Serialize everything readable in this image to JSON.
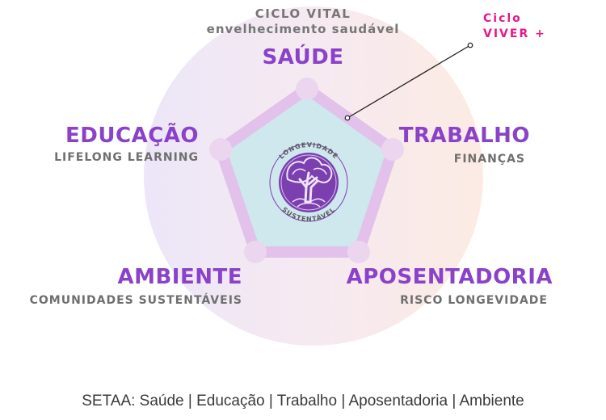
{
  "header": {
    "title": "CICLO VITAL",
    "subtitle": "envelhecimento saudável"
  },
  "brand": {
    "line1": "Ciclo",
    "line2": "VIVER +"
  },
  "nodes": {
    "saude": {
      "title": "SAÚDE"
    },
    "educacao": {
      "title": "EDUCAÇÃO",
      "subtitle": "LIFELONG LEARNING"
    },
    "trabalho": {
      "title": "TRABALHO",
      "subtitle": "FINANÇAS"
    },
    "ambiente": {
      "title": "AMBIENTE",
      "subtitle": "COMUNIDADES SUSTENTÁVEIS"
    },
    "aposentadoria": {
      "title": "APOSENTADORIA",
      "subtitle": "RISCO LONGEVIDADE"
    }
  },
  "logo": {
    "top_text": "LONGEVIDADE",
    "bottom_text": "SUSTENTÁVEL"
  },
  "footer": {
    "text": "SETAA: Saúde | Educação | Trabalho | Aposentadoria | Ambiente"
  },
  "colors": {
    "accent_purple": "#8a42c9",
    "brand_pink": "#e8188a",
    "pentagon_fill": "#cfe8ee",
    "pentagon_stroke": "#d9b7e3",
    "logo_purple": "#7b3fb0"
  }
}
